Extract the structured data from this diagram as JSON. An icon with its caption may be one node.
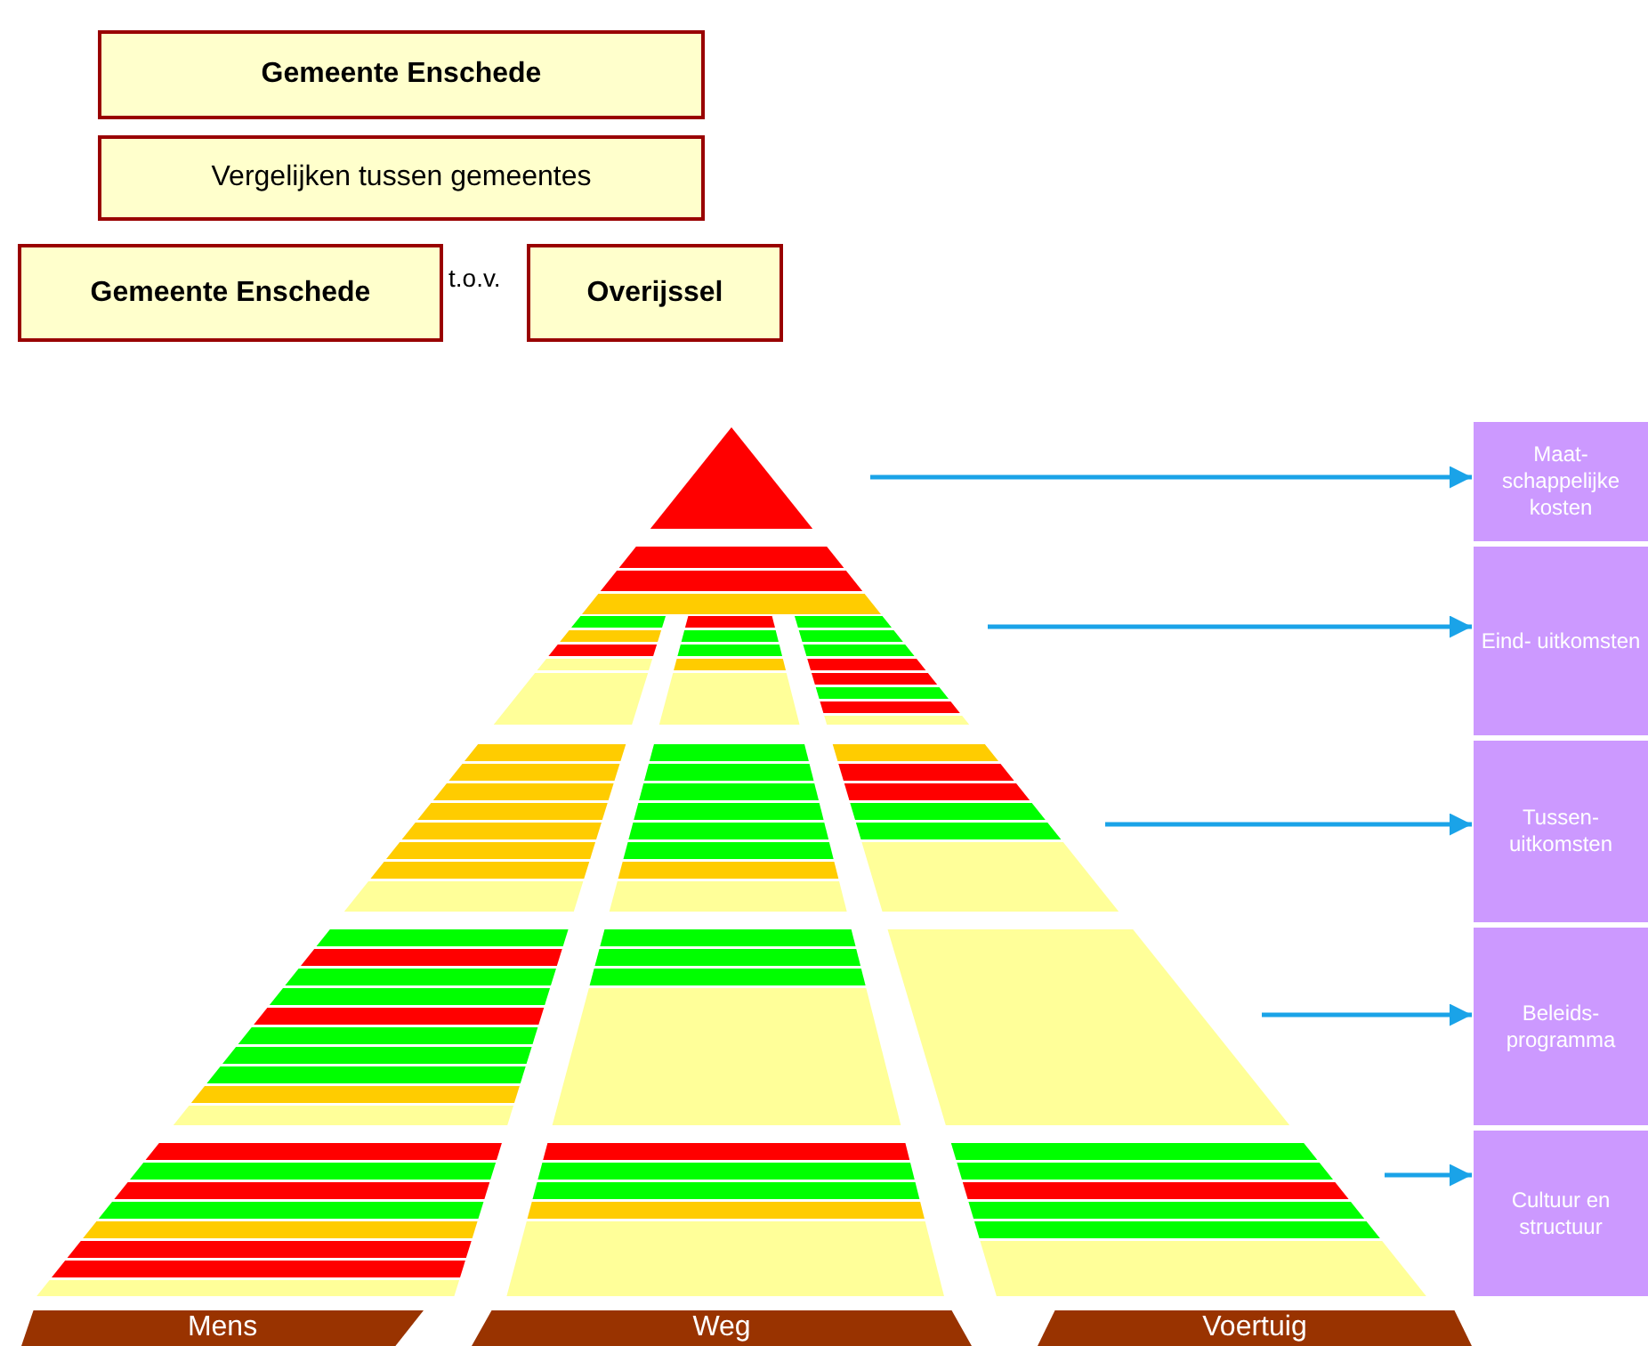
{
  "diagram": {
    "nodes": [
      {
        "text": [
          "Gemeente Enschede"
        ]
      },
      {
        "text": [
          "Vergelijken tussen gemeentes"
        ]
      },
      {
        "text": [
          "Gemeente Enschede"
        ]
      },
      {
        "text": [
          "Overijssel"
        ]
      },
      {
        "text": [
          "Maat- schappelijke kosten"
        ]
      },
      {
        "text": [
          "Eind- uitkomsten"
        ]
      },
      {
        "text": [
          "Tussen- uitkomsten"
        ]
      },
      {
        "text": [
          "Beleids- programma"
        ]
      },
      {
        "text": [
          "Cultuur en structuur"
        ]
      },
      {
        "text": [
          "Mens"
        ]
      },
      {
        "text": [
          "Weg"
        ]
      },
      {
        "text": [
          "Voertuig"
        ]
      }
    ],
    "edges": [
      {
        "from": null,
        "to": 4,
        "arrow": "to"
      },
      {
        "from": null,
        "to": 5,
        "arrow": "to"
      },
      {
        "from": null,
        "to": 6,
        "arrow": "to"
      },
      {
        "from": null,
        "to": 7,
        "arrow": "to"
      },
      {
        "from": null,
        "to": 8,
        "arrow": "to"
      }
    ],
    "labels": [
      "t.o.v."
    ]
  }
}
